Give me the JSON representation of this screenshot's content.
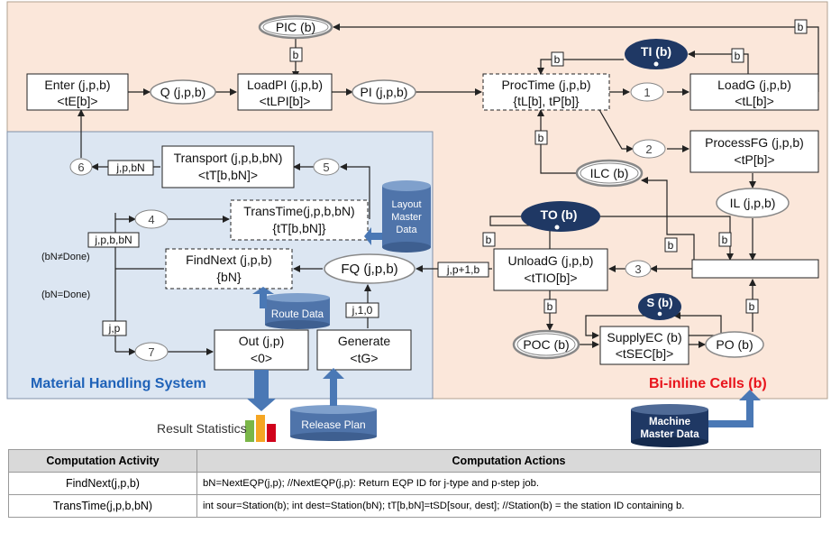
{
  "places": {
    "pic": "PIC (b)",
    "q": "Q (j,p,b)",
    "pi": "PI (j,p,b)",
    "ti": "TI (b)",
    "ilc": "ILC (b)",
    "il": "IL (j,p,b)",
    "to": "TO (b)",
    "fq": "FQ (j,p,b)",
    "s": "S (b)",
    "poc": "POC (b)",
    "po": "PO (b)"
  },
  "transitions": {
    "enter": {
      "name": "Enter (j,p,b)",
      "time": "<tE[b]>"
    },
    "loadpi": {
      "name": "LoadPI (j,p,b)",
      "time": "<tLPI[b]>"
    },
    "proctime": {
      "name": "ProcTime (j,p,b)",
      "time": "{tL[b], tP[b]}"
    },
    "loadg": {
      "name": "LoadG (j,p,b)",
      "time": "<tL[b]>"
    },
    "processfg": {
      "name": "ProcessFG (j,p,b)",
      "time": "<tP[b]>"
    },
    "transport": {
      "name": "Transport (j,p,b,bN)",
      "time": "<tT[b,bN]>"
    },
    "transtime": {
      "name": "TransTime(j,p,b,bN)",
      "time": "{tT[b,bN]}"
    },
    "findnext": {
      "name": "FindNext (j,p,b)",
      "time": "{bN}"
    },
    "unloadg": {
      "name": "UnloadG (j,p,b)",
      "time": "<tTIO[b]>"
    },
    "supplyec": {
      "name": "SupplyEC (b)",
      "time": "<tSEC[b]>"
    },
    "out": {
      "name": "Out (j,p)",
      "time": "<0>"
    },
    "generate": {
      "name": "Generate",
      "time": "<tG>"
    }
  },
  "arc_labels": {
    "b": "b",
    "jpbn": "j,p,bN",
    "jpbbn": "j,p,b,bN",
    "jp1b": "j,p+1,b",
    "jp": "j,p",
    "j10": "j,1,0",
    "cond_not_done": "(bN≠Done)",
    "cond_done": "(bN=Done)"
  },
  "connectors": [
    "1",
    "2",
    "3",
    "4",
    "5",
    "6",
    "7"
  ],
  "databases": {
    "layout": "Layout Master Data",
    "route": "Route Data",
    "release": "Release Plan",
    "machine": "Machine Master Data"
  },
  "regions": {
    "mhs": "Material Handling System",
    "bic": "Bi-inline Cells (b)",
    "result": "Result Statistics"
  },
  "table": {
    "headers": [
      "Computation Activity",
      "Computation Actions"
    ],
    "rows": [
      {
        "activity": "FindNext(j,p,b)",
        "action": "bN=NextEQP(j,p); //NextEQP(j,p): Return EQP ID for j-type and p-step job."
      },
      {
        "activity": "TransTime(j,p,b,bN)",
        "action": "int sour=Station(b); int dest=Station(bN); tT[b,bN]=tSD[sour, dest]; //Station(b) = the station ID containing  b."
      }
    ]
  },
  "colors": {
    "bic_bg": "#fbe7da",
    "mhs_bg": "#dce6f2",
    "dark_place": "#1f3864",
    "arrow_blue": "#4a78b5",
    "mhs_title": "#1f62b8",
    "bic_title": "#e8141c"
  }
}
